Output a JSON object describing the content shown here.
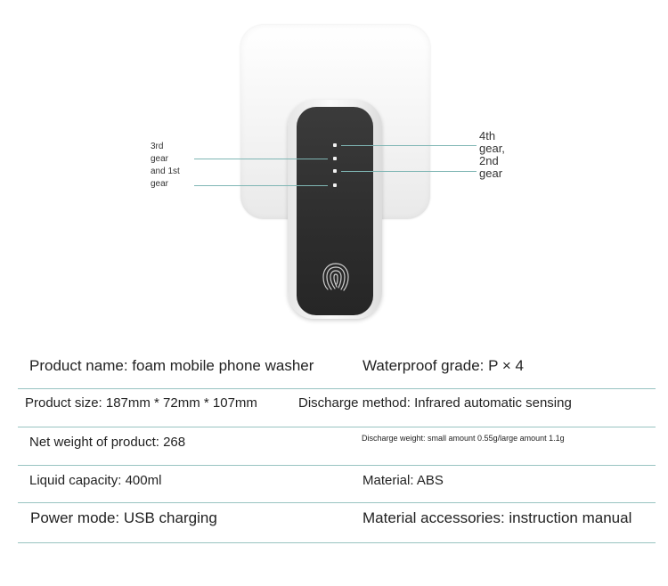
{
  "figure": {
    "callout_left": [
      "3rd",
      "gear",
      "and 1st",
      "gear"
    ],
    "callout_right": [
      "4th",
      "gear,",
      "2nd",
      "gear"
    ],
    "icon": "fingerprint-icon"
  },
  "specs": {
    "product_name": "Product name: foam mobile phone washer",
    "waterproof": "Waterproof grade: P × 4",
    "product_size": "Product size: 187mm * 72mm * 107mm",
    "discharge_method": "Discharge method: Infrared automatic sensing",
    "net_weight": "Net weight of product: 268",
    "discharge_weight": "Discharge weight: small amount 0.55g/large amount 1.1g",
    "liquid_capacity": "Liquid capacity: 400ml",
    "material": "Material: ABS",
    "power_mode": "Power mode: USB charging",
    "accessories": "Material accessories: instruction manual"
  },
  "colors": {
    "divider": "#98c3c1",
    "leader": "#7fb6b4",
    "panel": "#2d2d2d"
  }
}
